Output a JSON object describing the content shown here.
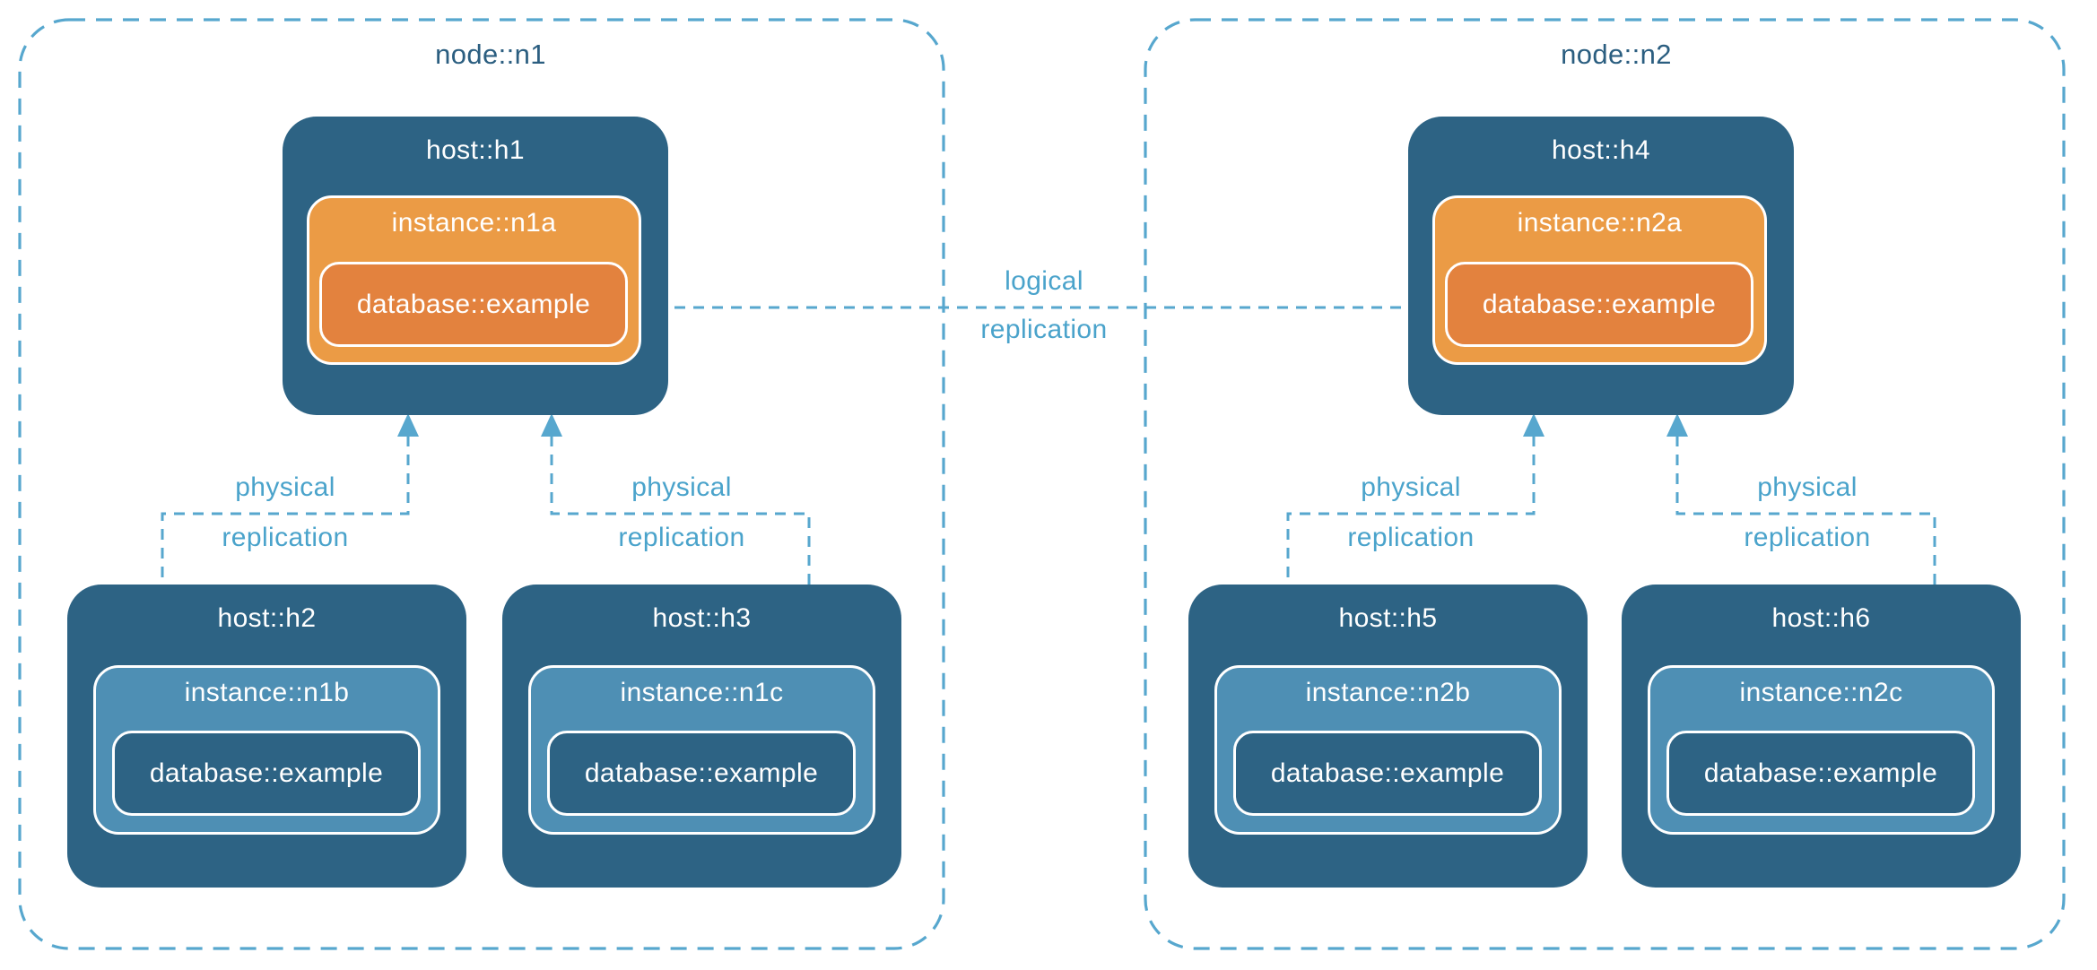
{
  "colors": {
    "background": "#ffffff",
    "host_fill": "#2d6384",
    "replica_instance_fill": "#4e8fb4",
    "primary_instance_fill": "#eb9b45",
    "primary_database_fill": "#e3823e",
    "replica_database_fill": "#2d6384",
    "connector": "#57a7ce",
    "label_text": "#4aa3cb",
    "node_title_text": "#2b5e80",
    "box_text": "#ffffff"
  },
  "nodes": [
    {
      "title": "node::n1",
      "primary_host": {
        "label": "host::h1",
        "instance": {
          "label": "instance::n1a",
          "database": {
            "label": "database::example"
          }
        }
      },
      "replicas": [
        {
          "host": "host::h2",
          "instance": "instance::n1b",
          "database": "database::example"
        },
        {
          "host": "host::h3",
          "instance": "instance::n1c",
          "database": "database::example"
        }
      ]
    },
    {
      "title": "node::n2",
      "primary_host": {
        "label": "host::h4",
        "instance": {
          "label": "instance::n2a",
          "database": {
            "label": "database::example"
          }
        }
      },
      "replicas": [
        {
          "host": "host::h5",
          "instance": "instance::n2b",
          "database": "database::example"
        },
        {
          "host": "host::h6",
          "instance": "instance::n2c",
          "database": "database::example"
        }
      ]
    }
  ],
  "connections": {
    "logical": {
      "line1": "logical",
      "line2": "replication"
    },
    "physical": [
      {
        "line1": "physical",
        "line2": "replication"
      },
      {
        "line1": "physical",
        "line2": "replication"
      },
      {
        "line1": "physical",
        "line2": "replication"
      },
      {
        "line1": "physical",
        "line2": "replication"
      }
    ]
  }
}
